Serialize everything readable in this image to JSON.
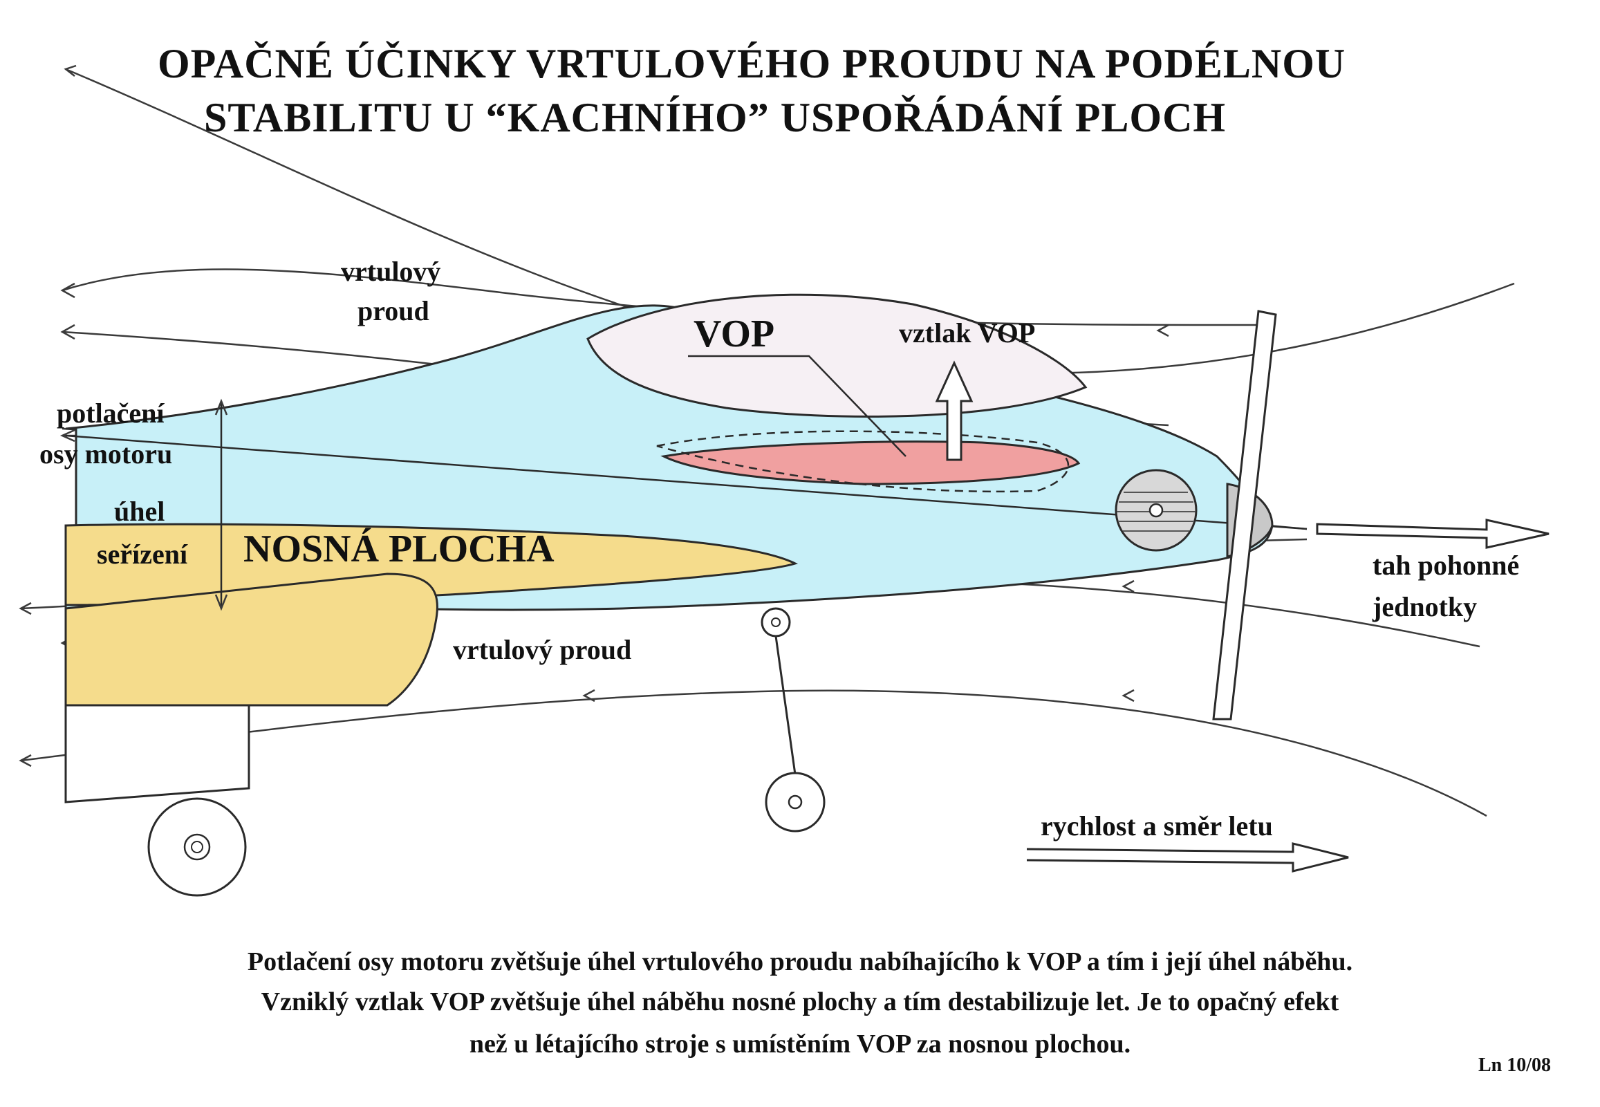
{
  "title": {
    "line1": "OPAČNÉ  ÚČINKY  VRTULOVÉHO  PROUDU  NA  PODÉLNOU",
    "line2": "STABILITU  U  “KACHNÍHO”  USPOŘÁDÁNÍ  PLOCH"
  },
  "labels": {
    "propwash_top_line1": "vrtulový",
    "propwash_top_line2": "proud",
    "vop": "VOP",
    "vop_lift": "vztlak  VOP",
    "thrust_axis_line1": "potlačení",
    "thrust_axis_line2": "osy motoru",
    "incidence_line1": "úhel",
    "incidence_line2": "seřízení",
    "main_wing": "NOSNÁ PLOCHA",
    "thrust_line1": "tah pohonné",
    "thrust_line2": "jednotky",
    "propwash_bottom": "vrtulový  proud",
    "flight_direction": "rychlost a směr letu"
  },
  "caption": {
    "line1": "Potlačení osy motoru zvětšuje úhel vrtulového proudu nabíhajícího k VOP a tím i její úhel náběhu.",
    "line2": "Vzniklý vztlak VOP zvětšuje úhel náběhu nosné plochy a tím destabilizuje let. Je to opačný efekt",
    "line3": "než u létajícího stroje s umístěním VOP za nosnou plochou."
  },
  "footnote": "Ln 10/08",
  "colors": {
    "fuselage": "#c8f0f8",
    "main_wing": "#f5dc8c",
    "canard": "#f0a0a0",
    "canopy": "#f6f0f4",
    "spinner": "#c8c8c8",
    "outline": "#2a2a2a"
  },
  "icons": {
    "vop_lift_arrow": "up-arrow-icon",
    "thrust_arrow": "right-arrow-icon",
    "flight_direction_arrow": "right-arrow-icon"
  }
}
